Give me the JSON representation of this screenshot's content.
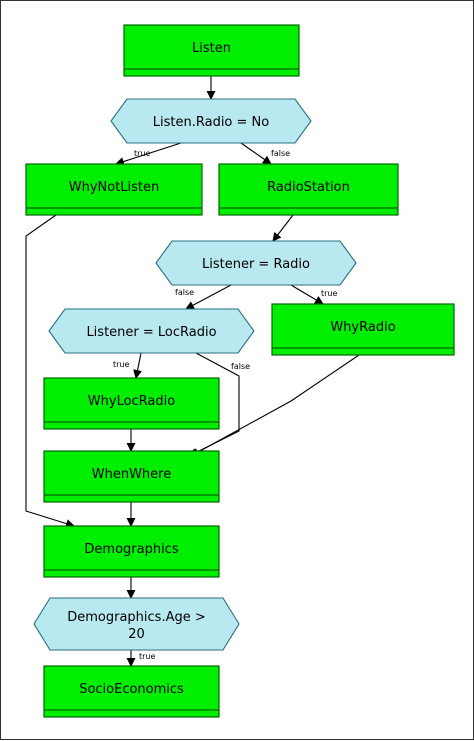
{
  "nodes": {
    "listen": {
      "label": "Listen",
      "kind": "action"
    },
    "cond_radio": {
      "label": "Listen.Radio = No",
      "kind": "condition"
    },
    "whynotlisten": {
      "label": "WhyNotListen",
      "kind": "action"
    },
    "radiostation": {
      "label": "RadioStation",
      "kind": "action"
    },
    "cond_listener": {
      "label": "Listener = Radio",
      "kind": "condition"
    },
    "cond_locradio": {
      "label": "Listener = LocRadio",
      "kind": "condition"
    },
    "whyradio": {
      "label": "WhyRadio",
      "kind": "action"
    },
    "whylocradio": {
      "label": "WhyLocRadio",
      "kind": "action"
    },
    "whenwhere": {
      "label": "WhenWhere",
      "kind": "action"
    },
    "demographics": {
      "label": "Demographics",
      "kind": "action"
    },
    "cond_age": {
      "label": "Demographics.Age > 20",
      "label_line1": "Demographics.Age >",
      "label_line2": "20",
      "kind": "condition"
    },
    "socioeconomics": {
      "label": "SocioEconomics",
      "kind": "action"
    }
  },
  "edges": [
    {
      "from": "listen",
      "to": "cond_radio",
      "label": ""
    },
    {
      "from": "cond_radio",
      "to": "whynotlisten",
      "label": "true"
    },
    {
      "from": "cond_radio",
      "to": "radiostation",
      "label": "false"
    },
    {
      "from": "radiostation",
      "to": "cond_listener",
      "label": ""
    },
    {
      "from": "cond_listener",
      "to": "cond_locradio",
      "label": "false"
    },
    {
      "from": "cond_listener",
      "to": "whyradio",
      "label": "true"
    },
    {
      "from": "cond_locradio",
      "to": "whylocradio",
      "label": "true"
    },
    {
      "from": "cond_locradio",
      "to": "whenwhere",
      "label": "false"
    },
    {
      "from": "whylocradio",
      "to": "whenwhere",
      "label": ""
    },
    {
      "from": "whyradio",
      "to": "whenwhere",
      "label": ""
    },
    {
      "from": "whynotlisten",
      "to": "demographics",
      "label": ""
    },
    {
      "from": "whenwhere",
      "to": "demographics",
      "label": ""
    },
    {
      "from": "demographics",
      "to": "cond_age",
      "label": ""
    },
    {
      "from": "cond_age",
      "to": "socioeconomics",
      "label": "true"
    }
  ],
  "colors": {
    "action_fill": "#00ee00",
    "action_stroke": "#006600",
    "condition_fill": "#b8e8f0",
    "condition_stroke": "#2a6f7f",
    "edge": "#000000"
  }
}
